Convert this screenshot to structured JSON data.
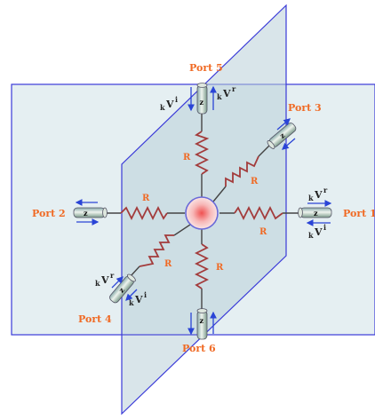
{
  "diagram": {
    "colors": {
      "plane_fill": "#dce9ee",
      "plane_fill_vertical": "#c2d6df",
      "plane_edge": "#3a3ad8",
      "resistor": "#a33b3b",
      "wire": "#444444",
      "label": "#f06a24",
      "arrow": "#2a44d6",
      "text": "#222222"
    },
    "ports": [
      {
        "id": "port-1",
        "label": "Port 1"
      },
      {
        "id": "port-2",
        "label": "Port 2"
      },
      {
        "id": "port-3",
        "label": "Port 3"
      },
      {
        "id": "port-4",
        "label": "Port 4"
      },
      {
        "id": "port-5",
        "label": "Port 5"
      },
      {
        "id": "port-6",
        "label": "Port 6"
      }
    ],
    "resistor_label": "R",
    "line_label": "z",
    "voltage": {
      "k": "k",
      "V": "V",
      "reflected": "r",
      "incident": "i"
    }
  }
}
